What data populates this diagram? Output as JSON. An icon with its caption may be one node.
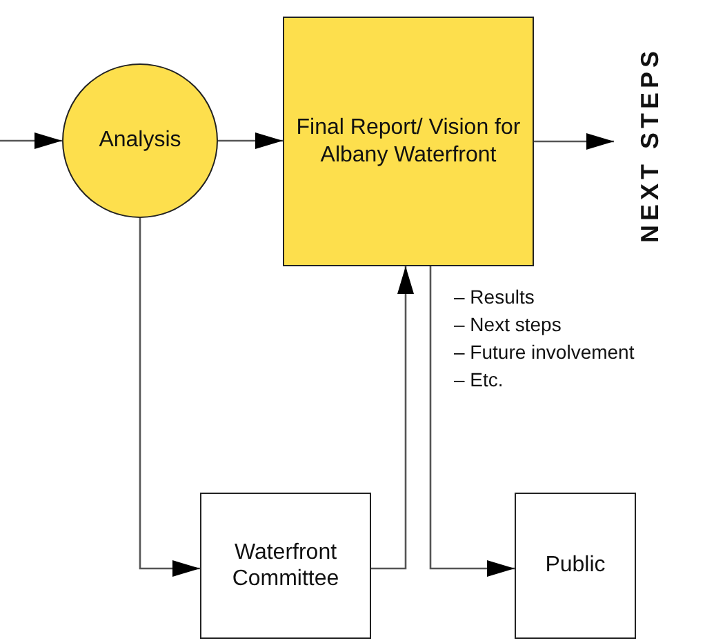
{
  "diagram": {
    "nodes": [
      {
        "text": [
          "Analysis"
        ]
      },
      {
        "text": [
          "Final Report/ Vision for Albany Waterfront"
        ]
      },
      {
        "text": [
          "NEXT STEPS"
        ]
      },
      {
        "text": [
          "Waterfront Committee"
        ]
      },
      {
        "text": [
          "Public"
        ]
      }
    ],
    "edges": [
      {
        "from": null,
        "to": 0,
        "arrow": "to"
      },
      {
        "from": 0,
        "to": 1,
        "arrow": "to"
      },
      {
        "from": 1,
        "to": 2,
        "arrow": "to"
      },
      {
        "from": 0,
        "to": 3,
        "arrow": "to"
      },
      {
        "from": 3,
        "to": 1,
        "arrow": "to"
      },
      {
        "from": 1,
        "to": 4,
        "arrow": "to"
      }
    ],
    "labels": [
      "– Results",
      "– Next steps",
      "– Future involvement",
      "– Etc."
    ]
  }
}
